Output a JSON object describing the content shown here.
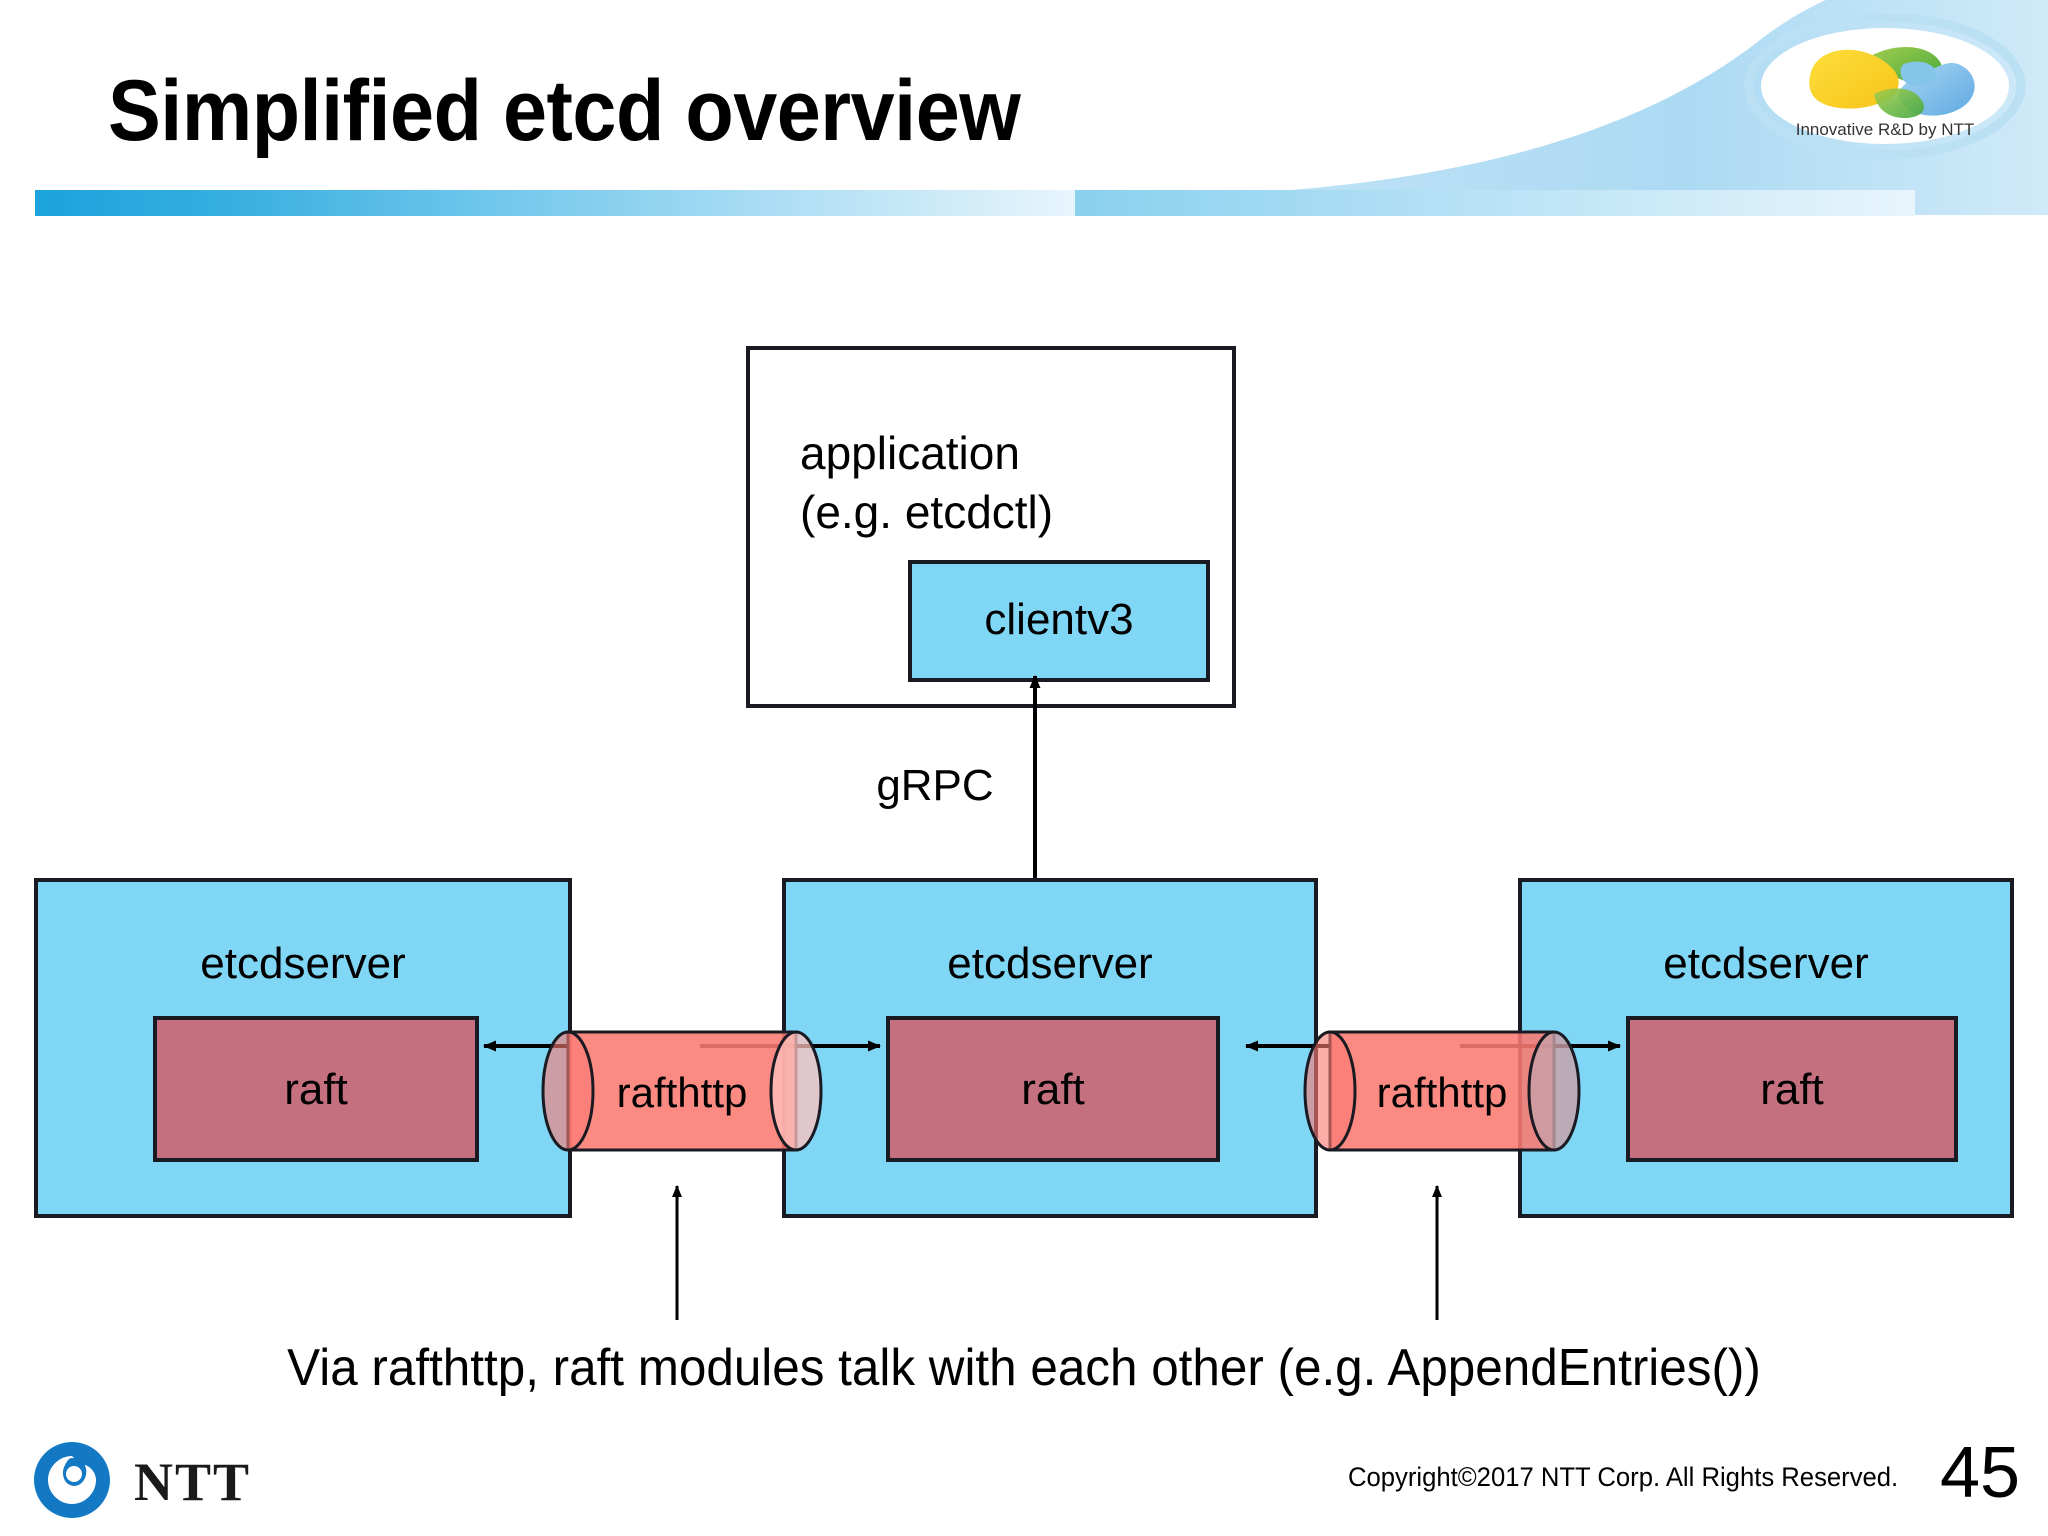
{
  "slide": {
    "title": "Simplified etcd overview",
    "page_number": "45",
    "copyright": "Copyright©2017  NTT Corp. All Rights Reserved.",
    "brand_logo_text": "Innovative R&D by NTT",
    "footer_logo_text": "NTT"
  },
  "colors": {
    "server_fill": "#7FD6F5",
    "raft_fill": "#C4707F",
    "rafthttp_fill": "#FA7A72",
    "client_fill": "#7FD6F5",
    "stroke": "#1a1a22",
    "header_bar_start": "#1BA3DC",
    "header_bar_end": "#EAF6FC",
    "ntt_blue": "#1479C4",
    "logo_yellow": "#FAD02C",
    "logo_green": "#7DBE42",
    "logo_blue": "#7FB8E8"
  },
  "diagram": {
    "type": "architecture-block-diagram",
    "application_box": {
      "label_line1": "application",
      "label_line2": "(e.g. etcdctl)",
      "client_module": "clientv3"
    },
    "grpc_link": {
      "label": "gRPC",
      "direction": "bidirectional",
      "from": "etcdserver (middle)",
      "to": "clientv3"
    },
    "servers": [
      {
        "label": "etcdserver",
        "module": "raft"
      },
      {
        "label": "etcdserver",
        "module": "raft"
      },
      {
        "label": "etcdserver",
        "module": "raft"
      }
    ],
    "links": [
      {
        "label": "rafthttp",
        "shape": "cylinder",
        "between": [
          "etcdserver-1",
          "etcdserver-2"
        ],
        "direction": "bidirectional"
      },
      {
        "label": "rafthttp",
        "shape": "cylinder",
        "between": [
          "etcdserver-2",
          "etcdserver-3"
        ],
        "direction": "bidirectional"
      }
    ],
    "caption": "Via rafthttp, raft modules talk with each other (e.g. AppendEntries())"
  }
}
